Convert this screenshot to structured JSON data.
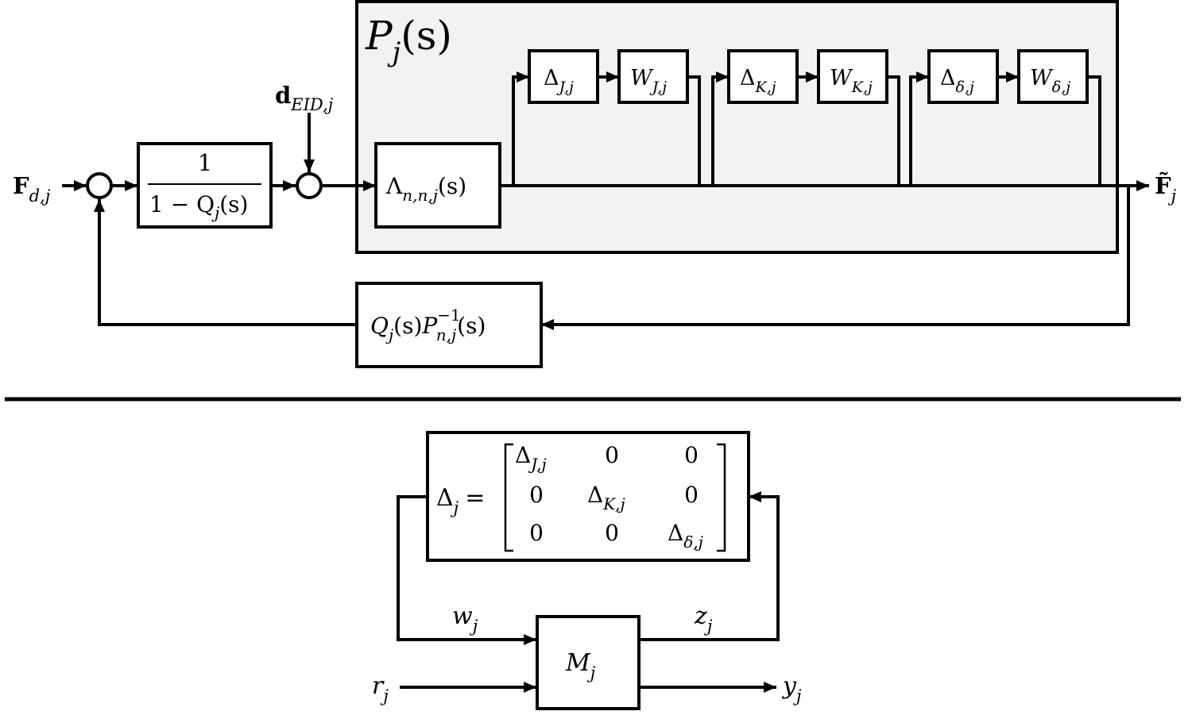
{
  "top": {
    "plant_label": {
      "base": "P",
      "sub": "j",
      "rest": "(s)"
    },
    "input": {
      "base": "F",
      "sub": "d,j"
    },
    "output": {
      "base": "F̃",
      "sub": "j"
    },
    "disturbance": {
      "base": "d",
      "sub": "EID,j"
    },
    "filter": {
      "numerator": "1",
      "den_left": "1 − Q",
      "den_sub": "j",
      "den_right": "(s)"
    },
    "nominal": {
      "base": "Λ",
      "sub": "n,n,j",
      "rest": "(s)"
    },
    "uncertainty_blocks": [
      {
        "delta_base": "Δ",
        "delta_sub": "J,j",
        "weight_base": "W",
        "weight_sub": "J,j"
      },
      {
        "delta_base": "Δ",
        "delta_sub": "K,j",
        "weight_base": "W",
        "weight_sub": "K,j"
      },
      {
        "delta_base": "Δ",
        "delta_sub": "δ,j",
        "weight_base": "W",
        "weight_sub": "δ,j"
      }
    ],
    "feedback": {
      "q": "Q",
      "q_sub": "j",
      "s1": "(s)",
      "p": "P",
      "p_sup": "−1",
      "p_sub": "n,j",
      "s2": "(s)"
    }
  },
  "bottom": {
    "delta_eq": {
      "base": "Δ",
      "sub": "j",
      "eq": "="
    },
    "matrix": [
      [
        {
          "b": "Δ",
          "s": "J,j"
        },
        {
          "b": "0",
          "s": ""
        },
        {
          "b": "0",
          "s": ""
        }
      ],
      [
        {
          "b": "0",
          "s": ""
        },
        {
          "b": "Δ",
          "s": "K,j"
        },
        {
          "b": "0",
          "s": ""
        }
      ],
      [
        {
          "b": "0",
          "s": ""
        },
        {
          "b": "0",
          "s": ""
        },
        {
          "b": "Δ",
          "s": "δ,j"
        }
      ]
    ],
    "m_block": {
      "base": "M",
      "sub": "j"
    },
    "w": {
      "base": "w",
      "sub": "j"
    },
    "z": {
      "base": "z",
      "sub": "j"
    },
    "r": {
      "base": "r",
      "sub": "j"
    },
    "y": {
      "base": "y",
      "sub": "j"
    }
  },
  "colors": {
    "plant_fill": "#f2f2f2",
    "line": "#000000"
  }
}
